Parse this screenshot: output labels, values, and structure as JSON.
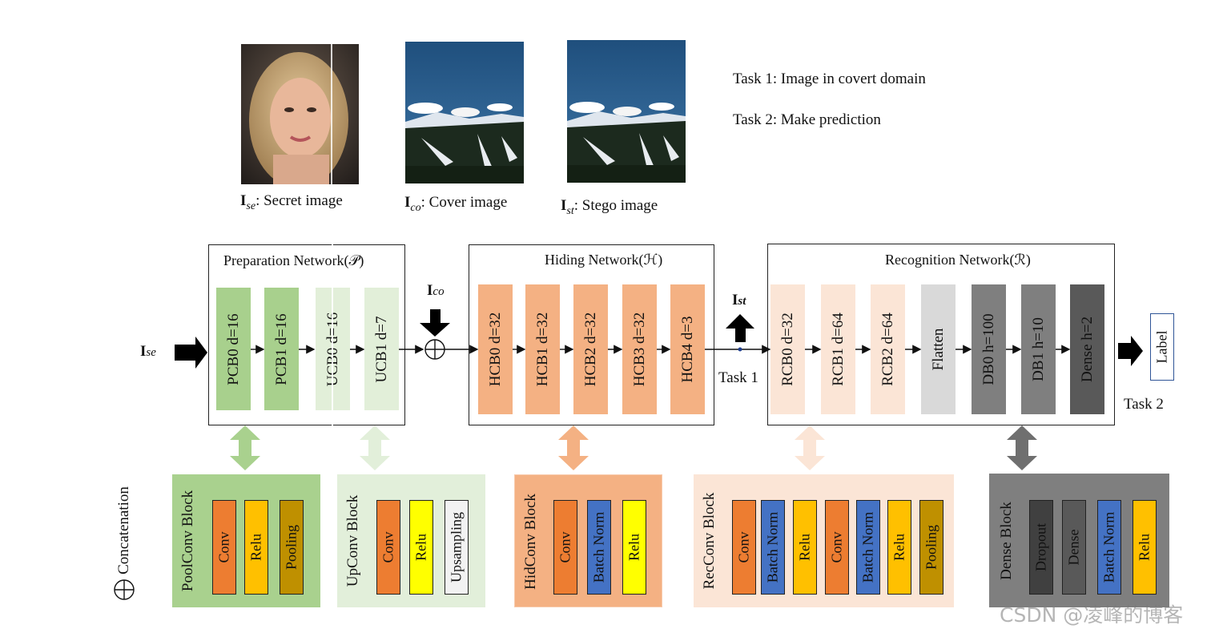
{
  "images": {
    "secret": {
      "caption_symbol": "I",
      "caption_sub": "se",
      "caption_text": ": Secret image"
    },
    "cover": {
      "caption_symbol": "I",
      "caption_sub": "co",
      "caption_text": ": Cover image"
    },
    "stego": {
      "caption_symbol": "I",
      "caption_sub": "st",
      "caption_text": ": Stego image"
    }
  },
  "tasks": {
    "task1": "Task 1: Image in covert domain",
    "task2": "Task 2: Make prediction"
  },
  "inputs": {
    "ise_symbol": "I",
    "ise_sub": "se",
    "ico_symbol": "I",
    "ico_sub": "co",
    "ist_symbol": "I",
    "ist_sub": "st"
  },
  "flow_labels": {
    "task1": "Task 1",
    "task2": "Task 2",
    "label": "Label"
  },
  "networks": {
    "preparation": {
      "title": "Preparation Network(𝒫)",
      "blocks": [
        {
          "label": "PCB0   d=16",
          "color": "#a8d08d"
        },
        {
          "label": "PCB1   d=16",
          "color": "#a8d08d"
        },
        {
          "label": "UCB0   d=16",
          "color": "#e2efd9"
        },
        {
          "label": "UCB1   d=7",
          "color": "#e2efd9"
        }
      ]
    },
    "hiding": {
      "title": "Hiding Network(ℋ)",
      "blocks": [
        {
          "label": "HCB0   d=32",
          "color": "#f4b183"
        },
        {
          "label": "HCB1   d=32",
          "color": "#f4b183"
        },
        {
          "label": "HCB2   d=32",
          "color": "#f4b183"
        },
        {
          "label": "HCB3   d=32",
          "color": "#f4b183"
        },
        {
          "label": "HCB4   d=3",
          "color": "#f4b183"
        }
      ]
    },
    "recognition": {
      "title": "Recognition Network(ℛ)",
      "blocks": [
        {
          "label": "RCB0   d=32",
          "color": "#fbe5d6"
        },
        {
          "label": "RCB1   d=64",
          "color": "#fbe5d6"
        },
        {
          "label": "RCB2   d=64",
          "color": "#fbe5d6"
        },
        {
          "label": "Flatten",
          "color": "#d9d9d9"
        },
        {
          "label": "DB0   h=100",
          "color": "#7f7f7f"
        },
        {
          "label": "DB1   h=10",
          "color": "#7f7f7f"
        },
        {
          "label": "Dense   h=2",
          "color": "#595959"
        }
      ]
    }
  },
  "legend": {
    "concat_symbol": "⊕",
    "concat_text": "Concatenation"
  },
  "panels": {
    "poolconv": {
      "title": "PoolConv  Block",
      "bg": "#a9d18e",
      "cells": [
        {
          "label": "Conv",
          "color": "#ed7d31"
        },
        {
          "label": "Relu",
          "color": "#ffc000"
        },
        {
          "label": "Pooling",
          "color": "#bf9000"
        }
      ]
    },
    "upconv": {
      "title": "UpConv  Block",
      "bg": "#e2efda",
      "cells": [
        {
          "label": "Conv",
          "color": "#ed7d31"
        },
        {
          "label": "Relu",
          "color": "#ffff00"
        },
        {
          "label": "Upsampling",
          "color": "#f2f2f2"
        }
      ]
    },
    "hidconv": {
      "title": "HidConv  Block",
      "bg": "#f4b183",
      "cells": [
        {
          "label": "Conv",
          "color": "#ed7d31"
        },
        {
          "label": "Batch Norm",
          "color": "#4472c4"
        },
        {
          "label": "Relu",
          "color": "#ffff00"
        }
      ]
    },
    "recconv": {
      "title": "RecConv  Block",
      "bg": "#fbe5d6",
      "cells": [
        {
          "label": "Conv",
          "color": "#ed7d31"
        },
        {
          "label": "Batch Norm",
          "color": "#4472c4"
        },
        {
          "label": "Relu",
          "color": "#ffc000"
        },
        {
          "label": "Conv",
          "color": "#ed7d31"
        },
        {
          "label": "Batch Norm",
          "color": "#4472c4"
        },
        {
          "label": "Relu",
          "color": "#ffc000"
        },
        {
          "label": "Pooling",
          "color": "#bf9000"
        }
      ]
    },
    "dense": {
      "title": "Dense  Block",
      "bg": "#7f7f7f",
      "cells": [
        {
          "label": "Dropout",
          "color": "#404040"
        },
        {
          "label": "Dense",
          "color": "#595959"
        },
        {
          "label": "Batch Norm",
          "color": "#4472c4"
        },
        {
          "label": "Relu",
          "color": "#ffc000"
        }
      ]
    }
  },
  "watermark": "CSDN @凌峰的博客"
}
